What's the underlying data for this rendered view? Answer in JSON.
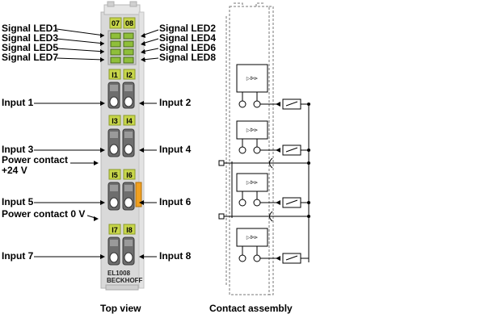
{
  "labels_left": {
    "led1": "Signal LED1",
    "led3": "Signal LED3",
    "led5": "Signal LED5",
    "led7": "Signal LED7",
    "input1": "Input 1",
    "input3": "Input 3",
    "power24_line1": "Power contact",
    "power24_line2": "+24 V",
    "input5": "Input 5",
    "power0": "Power contact 0 V",
    "input7": "Input 7"
  },
  "labels_right": {
    "led2": "Signal LED2",
    "led4": "Signal LED4",
    "led6": "Signal LED6",
    "led8": "Signal LED8",
    "input2": "Input 2",
    "input4": "Input 4",
    "input6": "Input 6",
    "input8": "Input 8"
  },
  "terminal": {
    "top_tags": [
      "07",
      "08"
    ],
    "row1_tags": [
      "I1",
      "I2"
    ],
    "row2_tags": [
      "I3",
      "I4"
    ],
    "row3_tags": [
      "I5",
      "I6"
    ],
    "row4_tags": [
      "I7",
      "I8"
    ],
    "model": "EL1008",
    "brand": "BECKHOFF"
  },
  "captions": {
    "top_view": "Top view",
    "contact_assembly": "Contact assembly"
  },
  "colors": {
    "housing": "#d6d6d6",
    "tag_yellow": "#c8d64a",
    "led_green": "#8fbf3a",
    "orange_contact": "#f0a020"
  }
}
